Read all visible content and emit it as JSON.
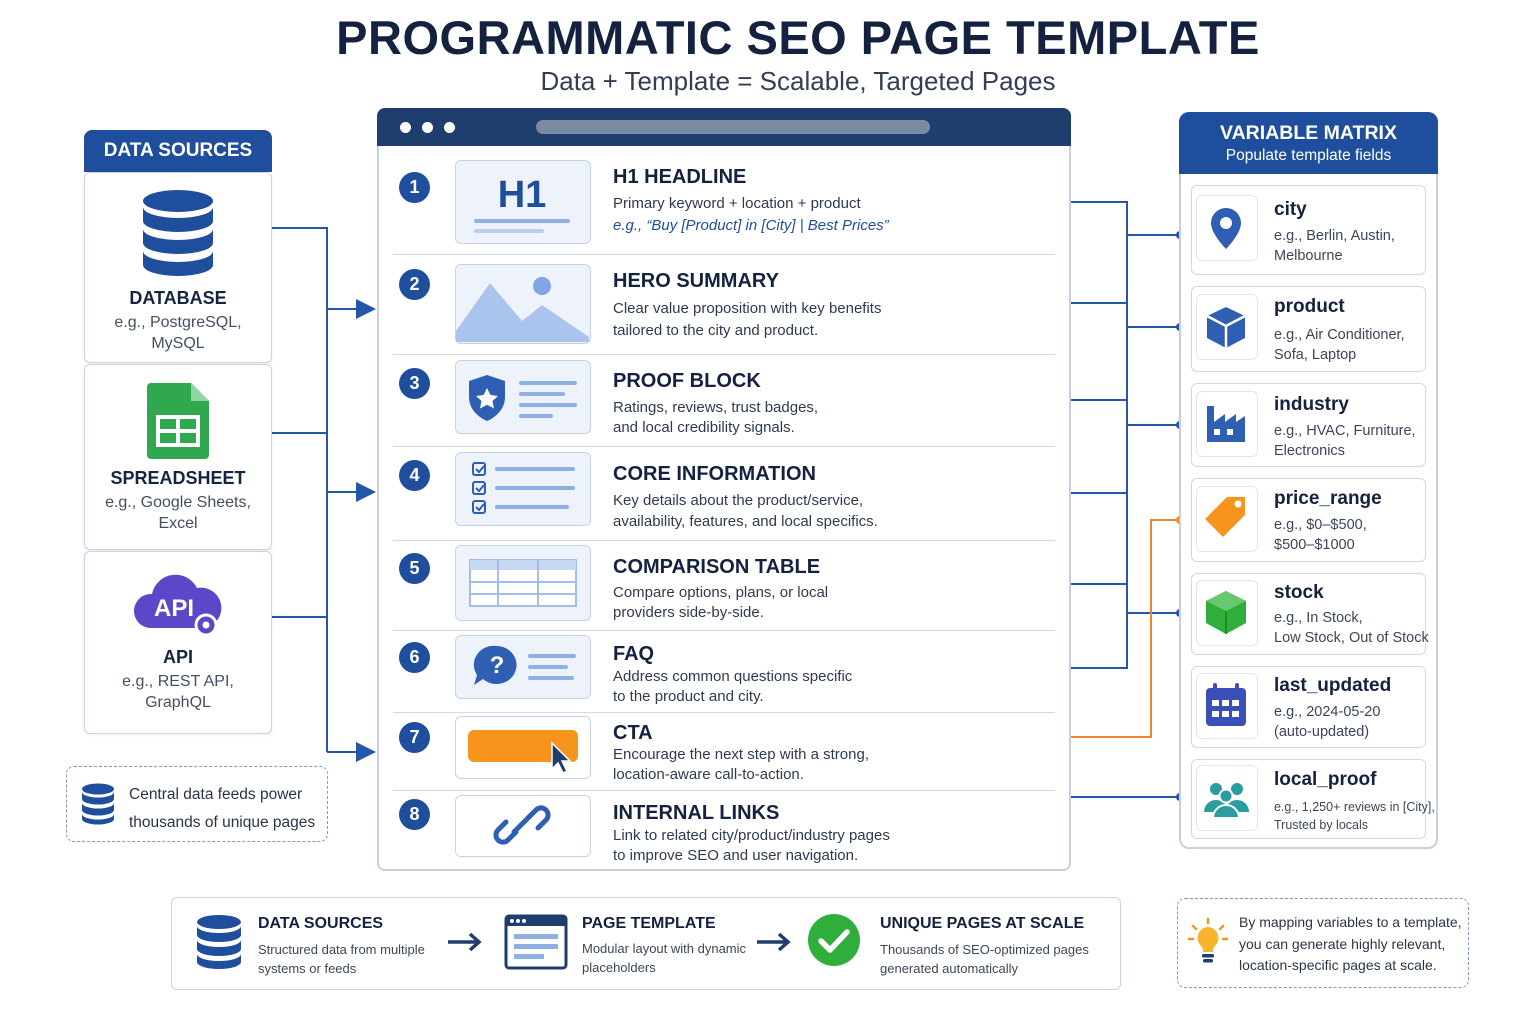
{
  "header": {
    "title": "PROGRAMMATIC SEO PAGE TEMPLATE",
    "subtitle": "Data + Template = Scalable, Targeted Pages"
  },
  "data_sources": {
    "heading": "DATA SOURCES",
    "items": [
      {
        "name": "DATABASE",
        "example_1": "e.g., PostgreSQL,",
        "example_2": "MySQL",
        "icon": "database-icon"
      },
      {
        "name": "SPREADSHEET",
        "example_1": "e.g., Google Sheets,",
        "example_2": "Excel",
        "icon": "spreadsheet-icon"
      },
      {
        "name": "API",
        "example_1": "e.g., REST API,",
        "example_2": "GraphQL",
        "icon": "api-cloud-icon",
        "icon_text": "API"
      }
    ],
    "note_1": "Central data feeds power",
    "note_2": "thousands of unique pages"
  },
  "template": {
    "sections": [
      {
        "num": "1",
        "title": "H1 HEADLINE",
        "desc_1": "Primary keyword + location + product",
        "example": "e.g., “Buy [Product] in [City] | Best Prices”",
        "thumb_text": "H1"
      },
      {
        "num": "2",
        "title": "HERO SUMMARY",
        "desc_1": "Clear value proposition with key benefits",
        "desc_2": "tailored to the city and product."
      },
      {
        "num": "3",
        "title": "PROOF BLOCK",
        "desc_1": "Ratings, reviews, trust badges,",
        "desc_2": "and local credibility signals."
      },
      {
        "num": "4",
        "title": "CORE INFORMATION",
        "desc_1": "Key details about the product/service,",
        "desc_2": "availability, features, and local specifics."
      },
      {
        "num": "5",
        "title": "COMPARISON TABLE",
        "desc_1": "Compare options, plans, or local",
        "desc_2": "providers side-by-side."
      },
      {
        "num": "6",
        "title": "FAQ",
        "desc_1": "Address common questions specific",
        "desc_2": "to the product and city."
      },
      {
        "num": "7",
        "title": "CTA",
        "desc_1": "Encourage the next step with a strong,",
        "desc_2": "location-aware call-to-action."
      },
      {
        "num": "8",
        "title": "INTERNAL LINKS",
        "desc_1": "Link to related city/product/industry pages",
        "desc_2": "to improve SEO and user navigation."
      }
    ]
  },
  "variable_matrix": {
    "title": "VARIABLE MATRIX",
    "subtitle": "Populate template fields",
    "variables": [
      {
        "name": "city",
        "ex_1": "e.g., Berlin, Austin,",
        "ex_2": "Melbourne",
        "icon": "map-pin-icon"
      },
      {
        "name": "product",
        "ex_1": "e.g., Air Conditioner,",
        "ex_2": "Sofa, Laptop",
        "icon": "box-icon"
      },
      {
        "name": "industry",
        "ex_1": "e.g., HVAC, Furniture,",
        "ex_2": "Electronics",
        "icon": "factory-icon"
      },
      {
        "name": "price_range",
        "ex_1": "e.g., $0–$500,",
        "ex_2": "$500–$1000",
        "icon": "price-tag-icon"
      },
      {
        "name": "stock",
        "ex_1": "e.g., In Stock,",
        "ex_2": "Low Stock, Out of Stock",
        "icon": "cube-icon"
      },
      {
        "name": "last_updated",
        "ex_1": "e.g., 2024-05-20",
        "ex_2": "(auto-updated)",
        "icon": "calendar-icon"
      },
      {
        "name": "local_proof",
        "ex_1": "e.g., 1,250+ reviews in [City],",
        "ex_2": "Trusted by locals",
        "icon": "people-icon"
      }
    ]
  },
  "flow": {
    "steps": [
      {
        "title": "DATA SOURCES",
        "desc_1": "Structured data from multiple",
        "desc_2": "systems or feeds",
        "icon": "database-icon"
      },
      {
        "title": "PAGE TEMPLATE",
        "desc_1": "Modular layout with dynamic",
        "desc_2": "placeholders",
        "icon": "browser-window-icon"
      },
      {
        "title": "UNIQUE PAGES AT SCALE",
        "desc_1": "Thousands of SEO-optimized pages",
        "desc_2": "generated automatically",
        "icon": "check-circle-icon"
      }
    ]
  },
  "tip": {
    "line_1": "By mapping variables to a template,",
    "line_2": "you can generate highly relevant,",
    "line_3": "location-specific pages at scale.",
    "icon": "lightbulb-icon"
  },
  "colors": {
    "primary": "#1f4e9c",
    "header_bar": "#1f3e6e",
    "accent_orange": "#f0852a",
    "accent_green": "#2fae3c",
    "connector_blue": "#2356a8"
  }
}
